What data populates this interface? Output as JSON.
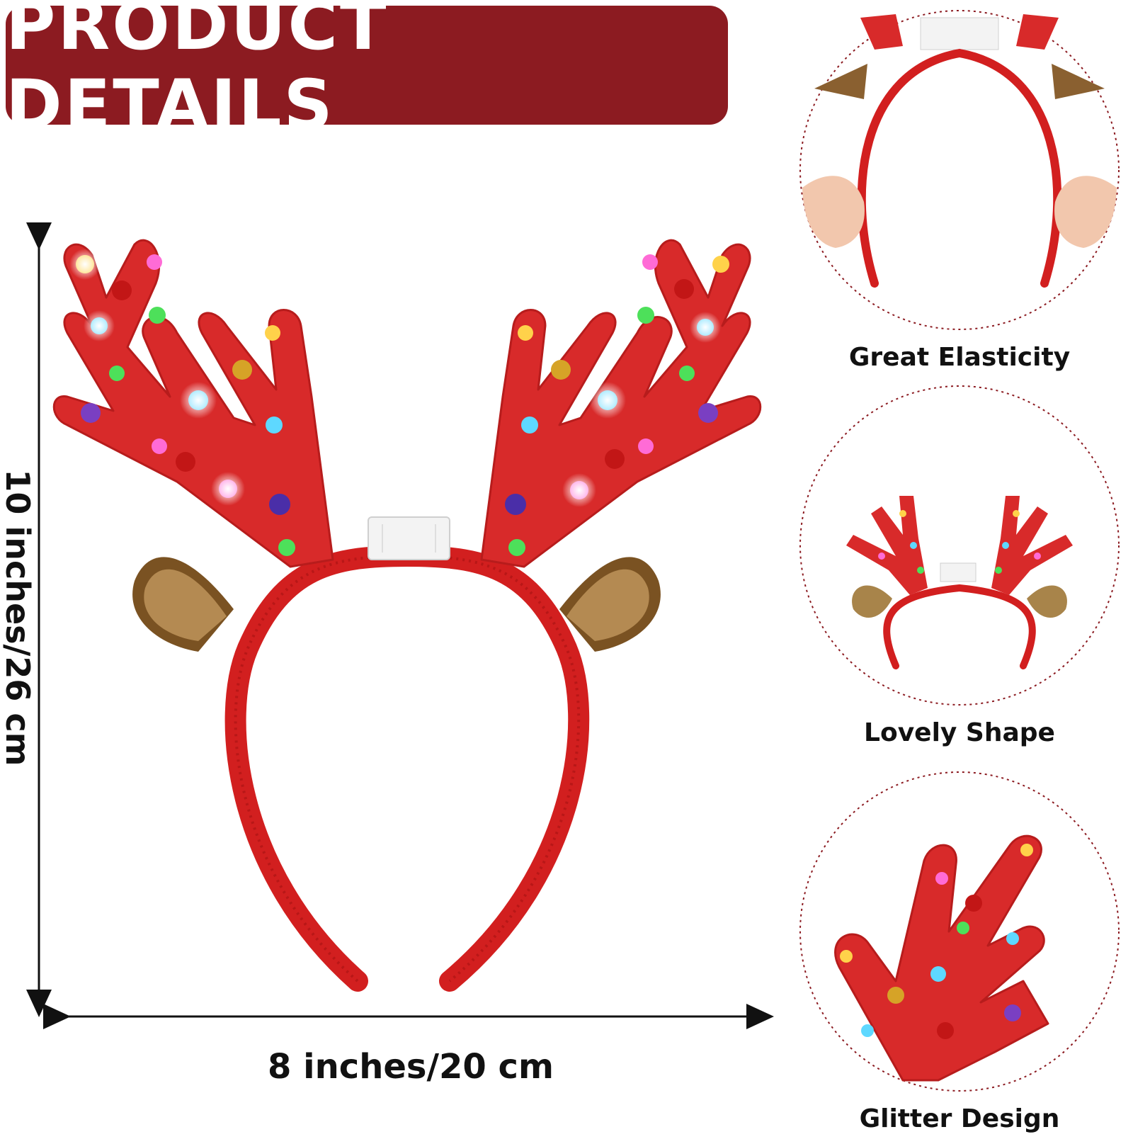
{
  "banner": {
    "title": "PRODUCT DETAILS"
  },
  "dimensions": {
    "height_label": "10 inches/26 cm",
    "width_label": "8 inches/20 cm"
  },
  "features": [
    {
      "caption": "Great Elasticity"
    },
    {
      "caption": "Lovely Shape"
    },
    {
      "caption": "Glitter Design"
    }
  ],
  "colors": {
    "banner": "#8c1b21",
    "antler": "#d82a2a",
    "band": "#d21f1f",
    "ear": "#a8844a"
  }
}
